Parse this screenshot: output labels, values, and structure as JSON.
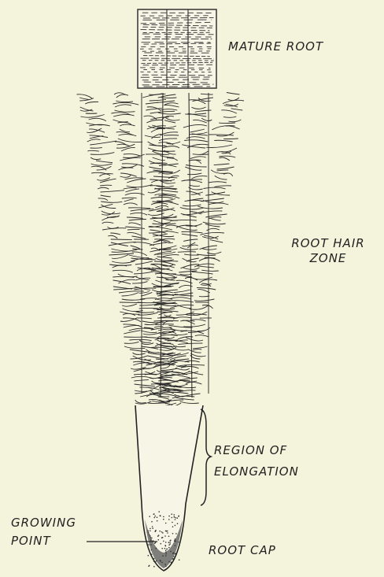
{
  "labels": {
    "mature_root": "MATURE ROOT",
    "root_hair_zone_line1": "ROOT HAIR",
    "root_hair_zone_line2": "ZONE",
    "region_line1": "REGION OF",
    "region_line2": "ELONGATION",
    "growing_line1": "GROWING",
    "growing_line2": "POINT",
    "root_cap": "ROOT CAP"
  },
  "colors": {
    "paper": "#f4f3dc",
    "ink": "#222222"
  }
}
